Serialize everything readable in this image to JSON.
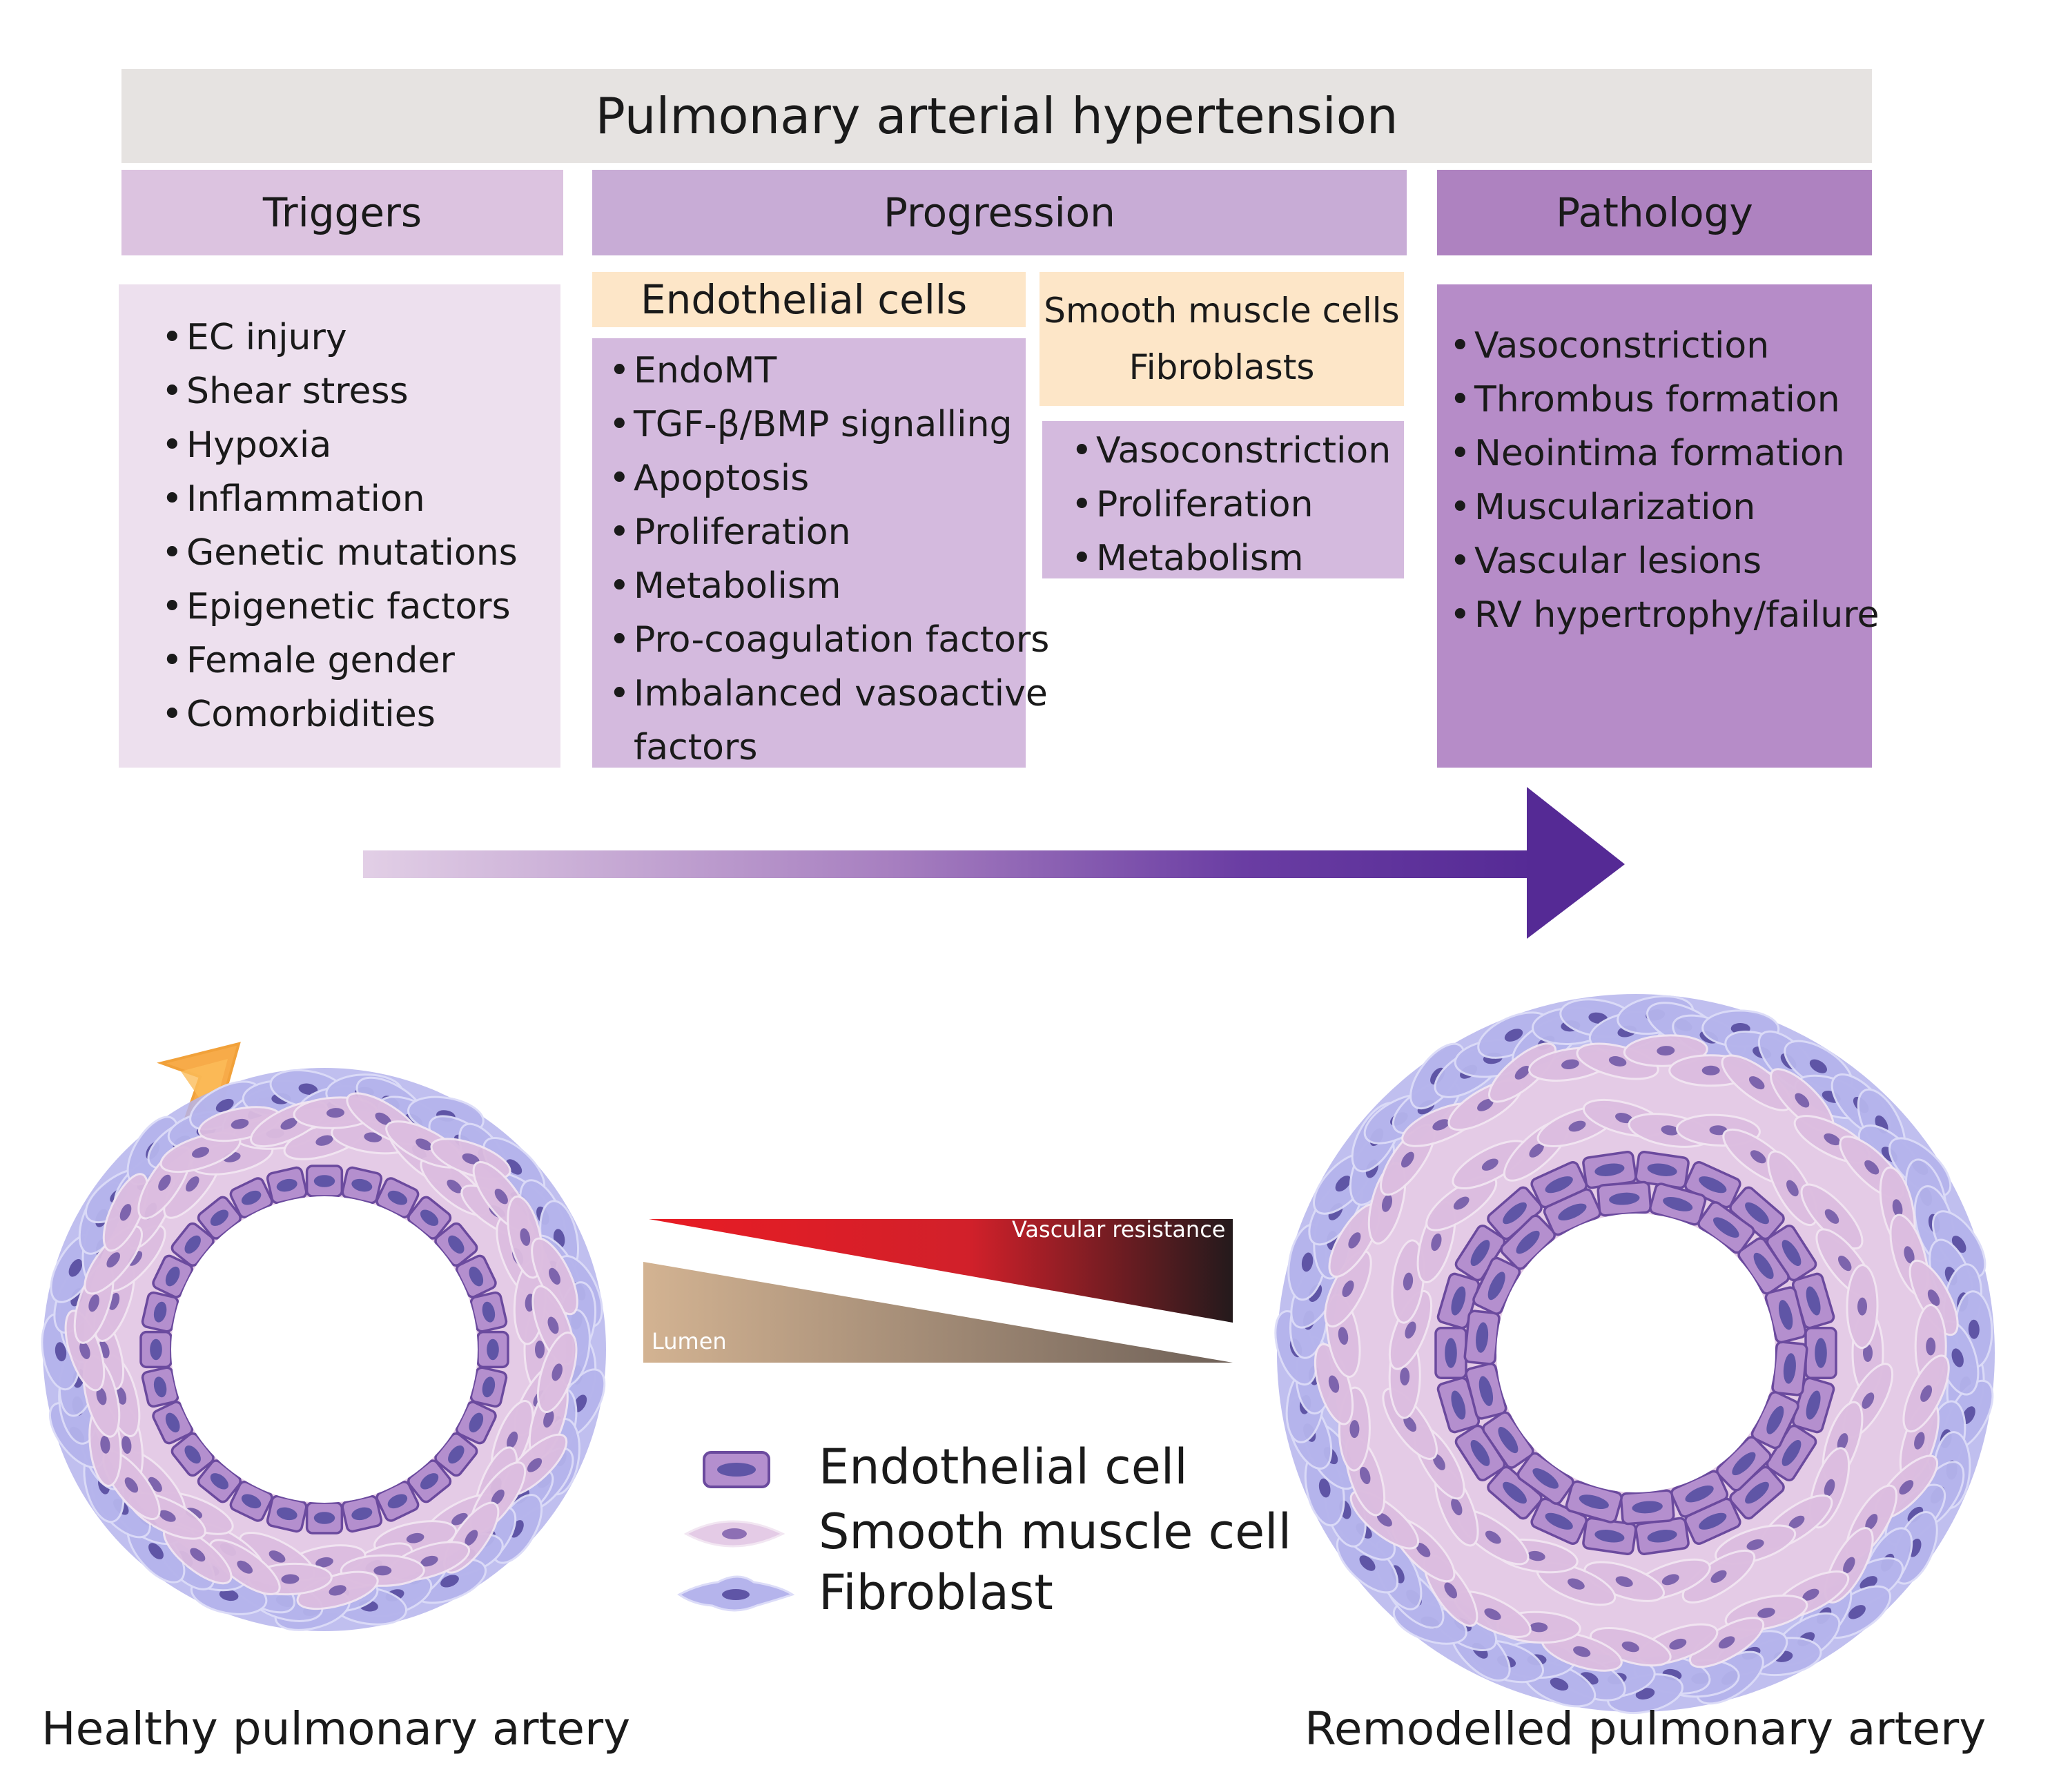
{
  "title": "Pulmonary arterial hypertension",
  "headers": {
    "triggers": "Triggers",
    "progression": "Progression",
    "pathology": "Pathology"
  },
  "triggers": [
    "EC injury",
    "Shear stress",
    "Hypoxia",
    "Inflammation",
    "Genetic mutations",
    "Epigenetic factors",
    "Female gender",
    "Comorbidities"
  ],
  "endothelial": {
    "title": "Endothelial cells",
    "items": [
      "EndoMT",
      "TGF-β/BMP signalling",
      "Apoptosis",
      "Proliferation",
      "Metabolism",
      "Pro-coagulation factors",
      "Imbalanced vasoactive",
      "factors"
    ]
  },
  "smc": {
    "title_line1": "Smooth muscle cells",
    "title_line2": "Fibroblasts",
    "items": [
      "Vasoconstriction",
      "Proliferation",
      "Metabolism"
    ]
  },
  "pathology": [
    "Vasoconstriction",
    "Thrombus formation",
    "Neointima formation",
    "Muscularization",
    "Vascular lesions",
    "RV hypertrophy/failure"
  ],
  "gradients": {
    "resistance": "Vascular resistance",
    "lumen": "Lumen"
  },
  "legend": {
    "endothelial": "Endothelial cell",
    "smooth_muscle": "Smooth muscle cell",
    "fibroblast": "Fibroblast"
  },
  "captions": {
    "healthy": "Healthy pulmonary artery",
    "remodelled": "Remodelled pulmonary artery"
  },
  "colors": {
    "fibroblast": "#b5b4ec",
    "smooth_muscle": "#e4cbe6",
    "endothelial": "#b48fce",
    "nucleus": "#5f55a6",
    "arrow": "#552a95",
    "lightning": "#f7a43a",
    "resistance_start": "#e81c24",
    "resistance_end": "#241a1c",
    "lumen_start": "#d3b392",
    "lumen_end": "#7c6c5e"
  }
}
